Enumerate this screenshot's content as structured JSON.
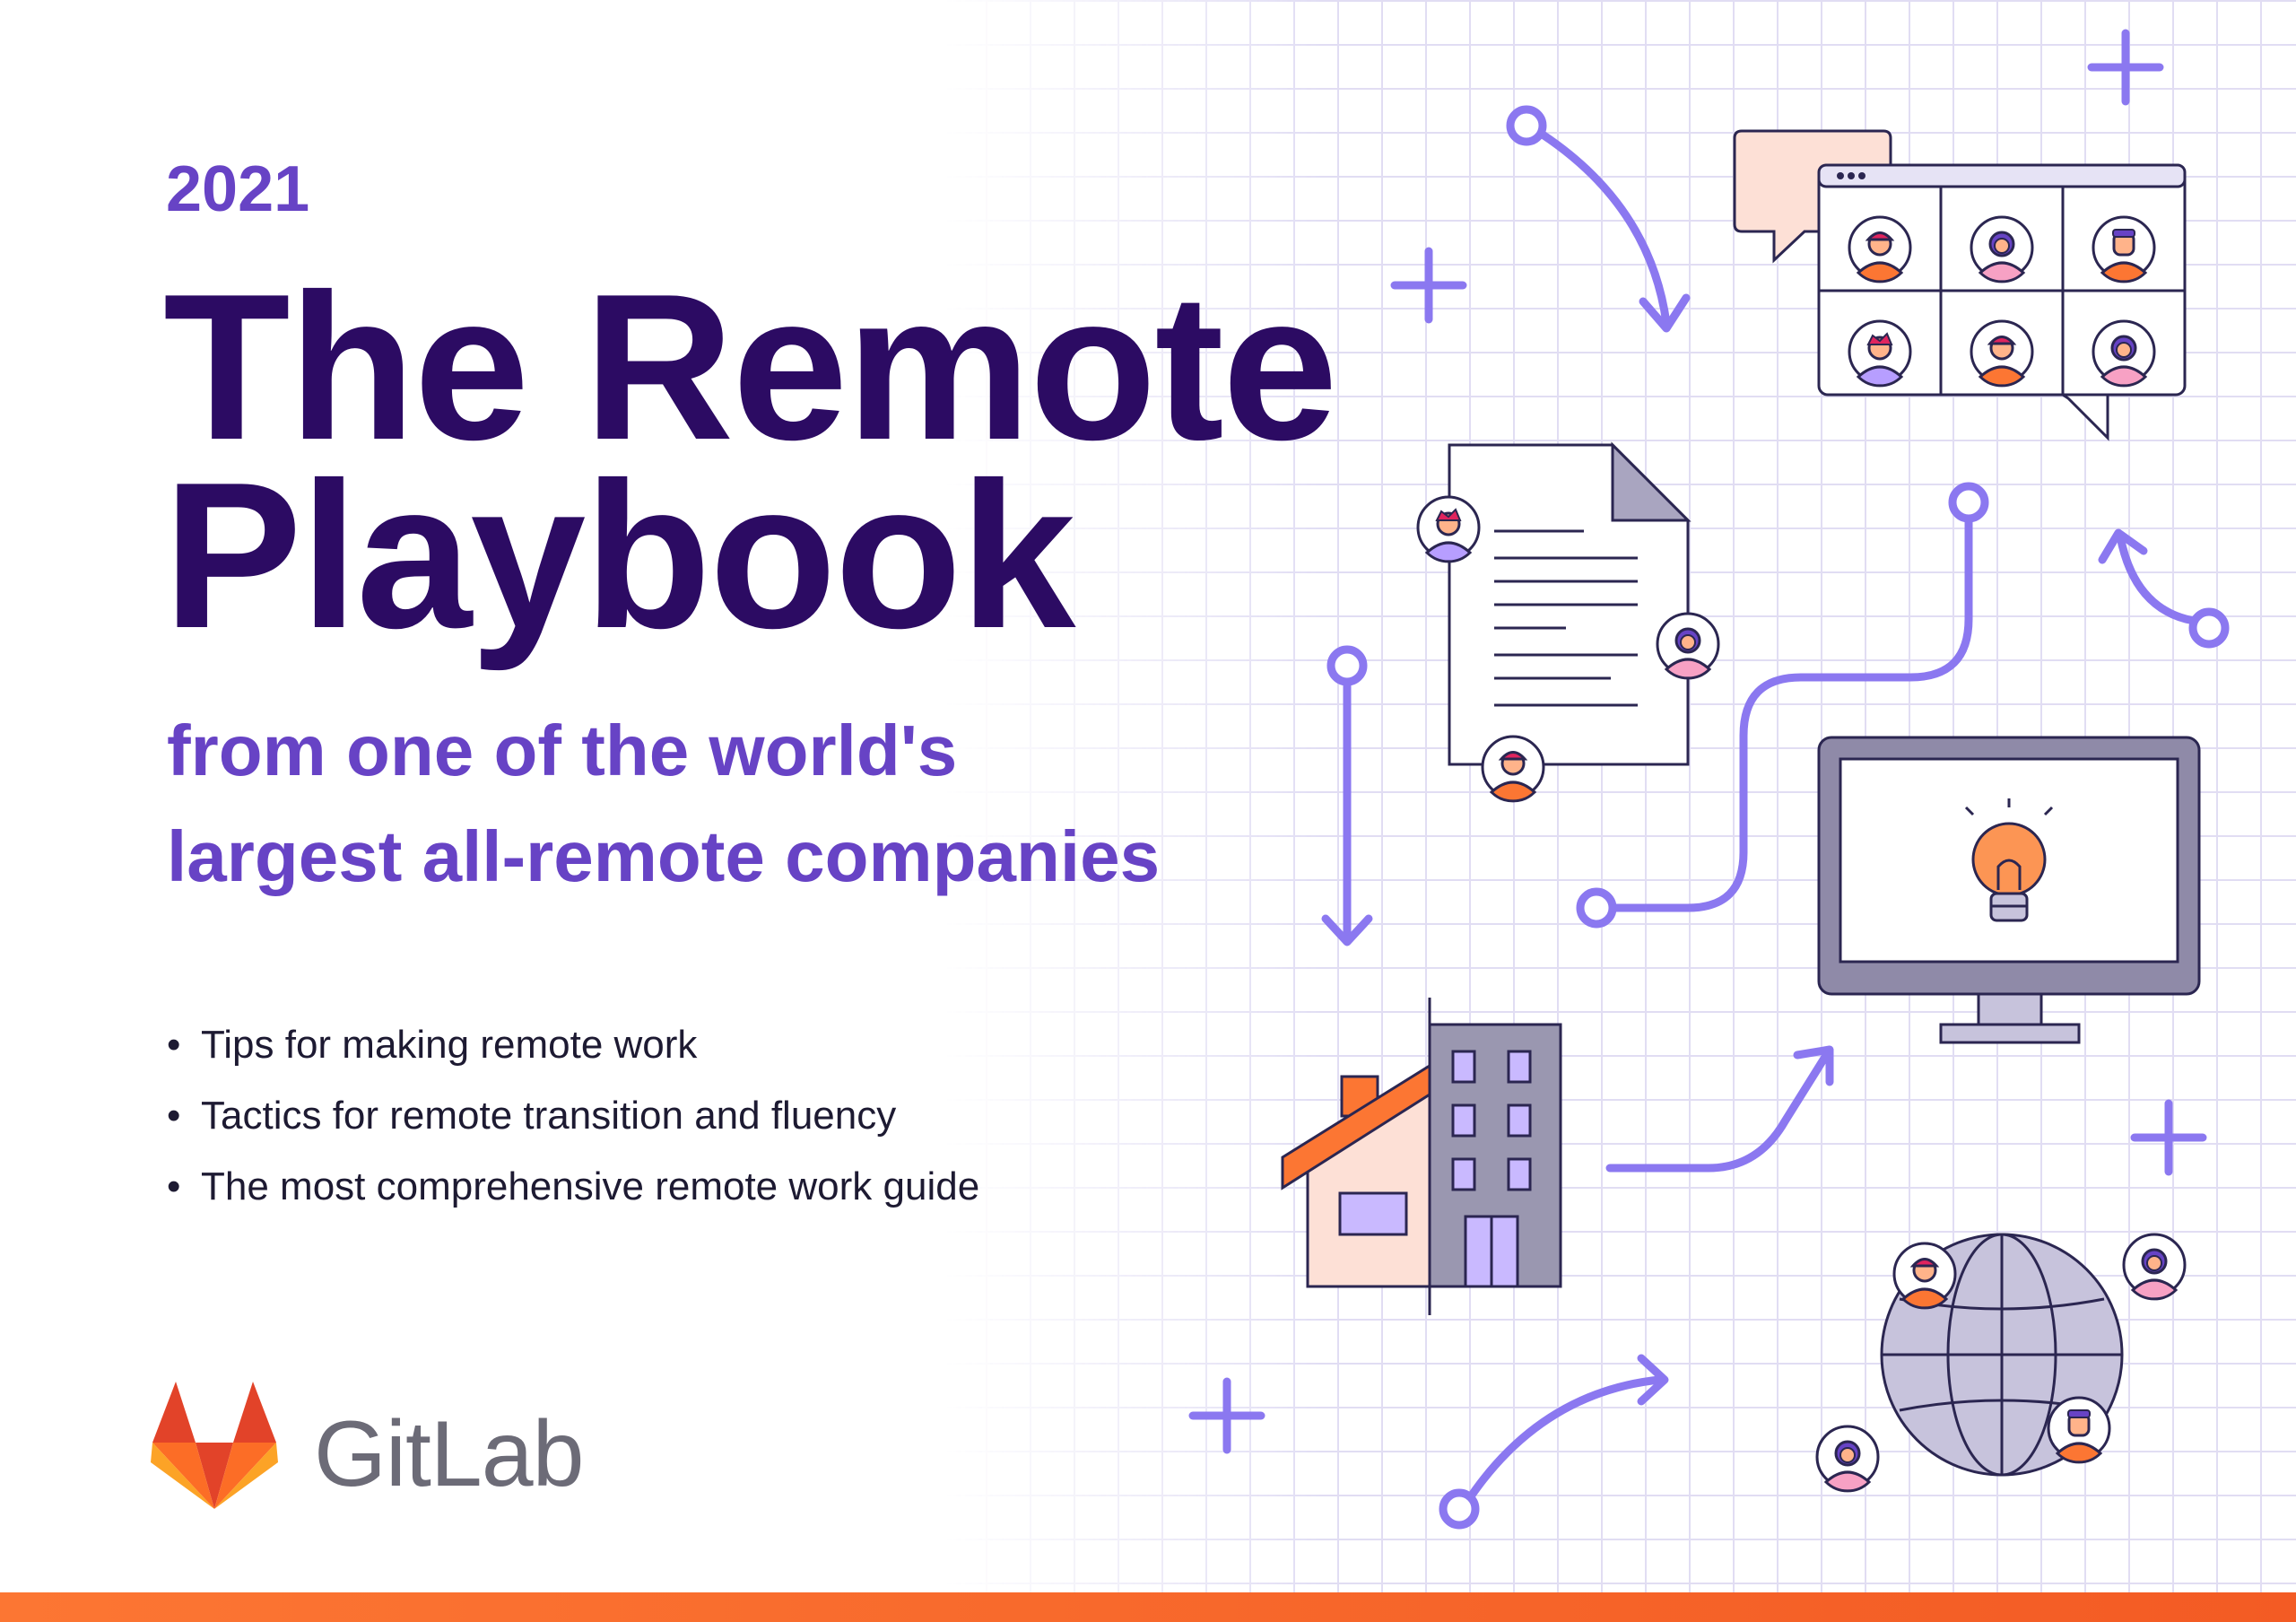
{
  "cover": {
    "year": "2021",
    "title_line1": "The Remote",
    "title_line2": "Playbook",
    "subtitle_line1": "from one of the world's",
    "subtitle_line2": "largest all-remote companies",
    "bullets": [
      "Tips for making remote work",
      "Tactics for remote transition and fluency",
      "The most comprehensive remote work guide"
    ]
  },
  "brand": {
    "name": "GitLab",
    "logo_icon": "gitlab-fox-icon"
  },
  "illustrations": {
    "icons": [
      "video-call-icon",
      "chat-bubble-icon",
      "document-icon",
      "monitor-icon",
      "lightbulb-icon",
      "building-icon",
      "house-icon",
      "globe-icon",
      "avatar-icon",
      "arrow-icon",
      "plus-icon"
    ]
  },
  "colors": {
    "year": "#6743c5",
    "title": "#2c0b63",
    "subtitle": "#6743c5",
    "accent_line": "#8b78f0",
    "bar_start": "#fc7633",
    "bar_end": "#f35b24"
  }
}
